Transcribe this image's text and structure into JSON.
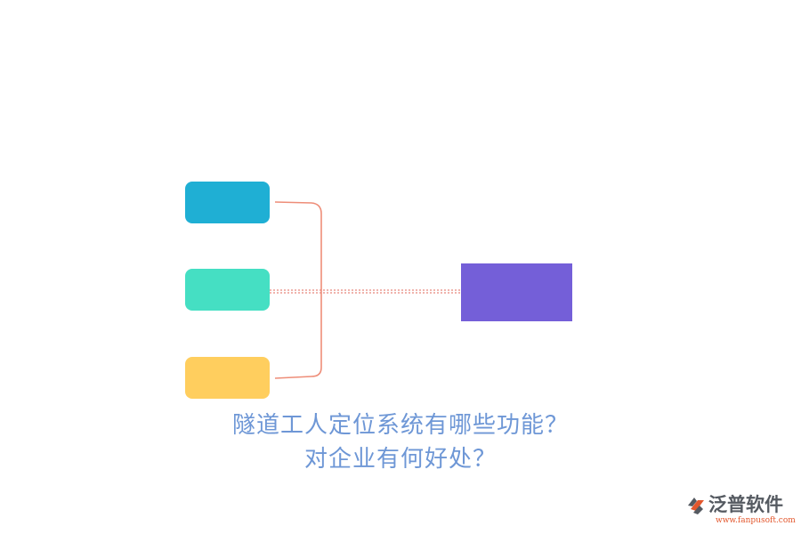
{
  "colors": {
    "node_blue": "#1fafd4",
    "node_teal": "#45dfc3",
    "node_yellow": "#ffce5e",
    "node_purple": "#745fd8",
    "bracket_line": "#ee8d78",
    "dotted_line": "#e7887c",
    "title_text": "#6e97d6",
    "logo_text": "#555a61",
    "logo_url": "#e3572d"
  },
  "title": {
    "line1": "隧道工人定位系统有哪些功能？",
    "line2": "对企业有何好处？"
  },
  "logo": {
    "icon": "fanpu-logo-icon",
    "name": "泛普软件",
    "url": "www.fanpusoft.com"
  }
}
